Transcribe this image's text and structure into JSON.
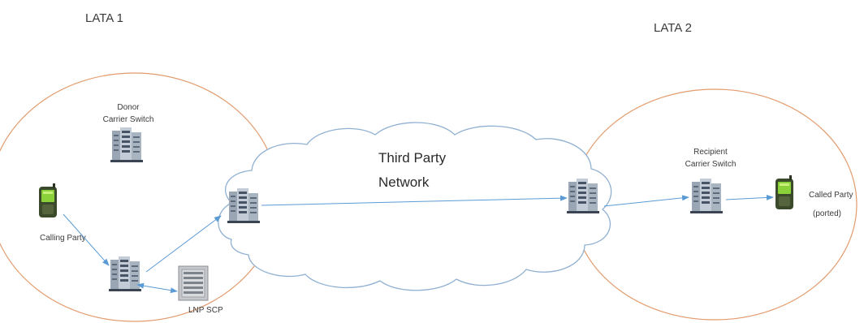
{
  "colors": {
    "lata_circle": "#e39b6c",
    "cloud_outline": "#8fb0d1",
    "arrow": "#5b9bd5",
    "server_body": "#b9c3cf",
    "server_dark": "#475466",
    "phone_body": "#3c4a2c",
    "phone_screen": "#8bd13a"
  },
  "lata1": {
    "title": "LATA 1",
    "donor_switch_label_line1": "Donor",
    "donor_switch_label_line2": "Carrier Switch",
    "calling_party_label": "Calling Party",
    "scp_label": "LNP SCP"
  },
  "lata2": {
    "title": "LATA 2",
    "recipient_switch_label_line1": "Recipient",
    "recipient_switch_label_line2": "Carrier Switch",
    "called_party_label_line1": "Called Party",
    "called_party_label_line2": "(ported)"
  },
  "cloud": {
    "label_line1": "Third Party",
    "label_line2": "Network"
  },
  "icons": {
    "switch": "server-tower-icon",
    "phone": "mobile-phone-icon",
    "scp": "scp-cabinet-icon",
    "network": "cloud-icon"
  }
}
